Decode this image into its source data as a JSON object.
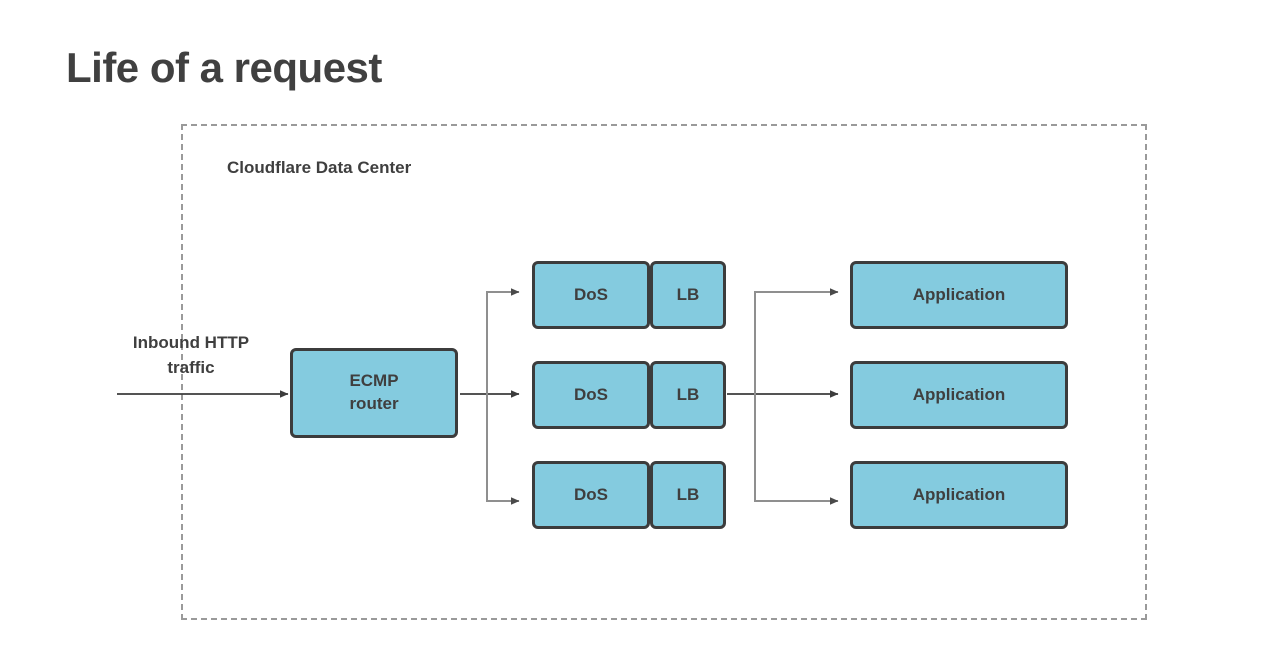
{
  "slide": {
    "title": "Life of a request"
  },
  "container": {
    "label": "Cloudflare Data Center"
  },
  "inbound": {
    "label": "Inbound HTTP\ntraffic",
    "line1": "Inbound HTTP",
    "line2": "traffic"
  },
  "nodes": {
    "ecmp": {
      "line1": "ECMP",
      "line2": "router"
    },
    "rows": [
      {
        "dos": "DoS",
        "lb": "LB",
        "app": "Application"
      },
      {
        "dos": "DoS",
        "lb": "LB",
        "app": "Application"
      },
      {
        "dos": "DoS",
        "lb": "LB",
        "app": "Application"
      }
    ]
  },
  "colors": {
    "node_fill": "#84cbdf",
    "node_border": "#3c3c3c",
    "title_text": "#404040",
    "body_text": "#3f3f3f",
    "container_dash": "#9a9a9a",
    "arrow_dark": "#3c3c3c",
    "arrow_light": "#8f8f8f",
    "background": "#ffffff"
  }
}
